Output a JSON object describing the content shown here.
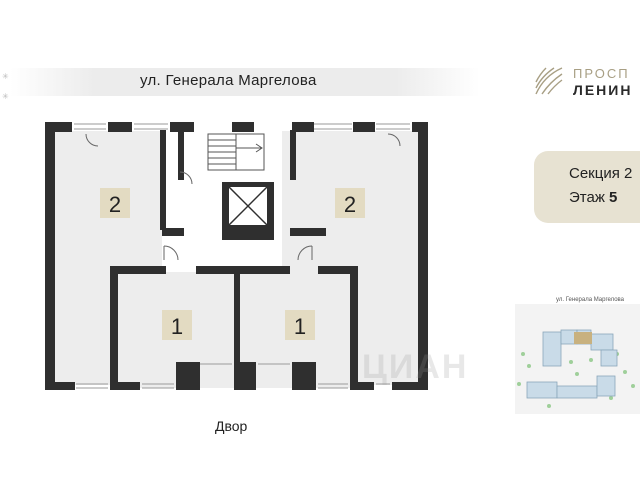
{
  "street": {
    "name": "ул. Генерала Маргелова"
  },
  "yard": {
    "label": "Двор"
  },
  "logo": {
    "line1": "ПРОСП",
    "line2": "ЛЕНИН"
  },
  "info": {
    "section_label": "Секция",
    "section_value": "2",
    "floor_label": "Этаж",
    "floor_value": "5"
  },
  "minimap": {
    "street": "ул. Генерала Маргелова"
  },
  "rooms": [
    {
      "id": "room-top-left",
      "rooms_count": "2"
    },
    {
      "id": "room-top-right",
      "rooms_count": "2"
    },
    {
      "id": "room-bottom-left",
      "rooms_count": "1"
    },
    {
      "id": "room-bottom-right",
      "rooms_count": "1"
    }
  ],
  "watermark": {
    "text": "ЦИАН"
  },
  "colors": {
    "wall": "#2f2f2f",
    "apt_fill": "#ededed",
    "badge": "#e3dbc2",
    "accent": "#a89f84",
    "card": "#e7e2d2"
  }
}
